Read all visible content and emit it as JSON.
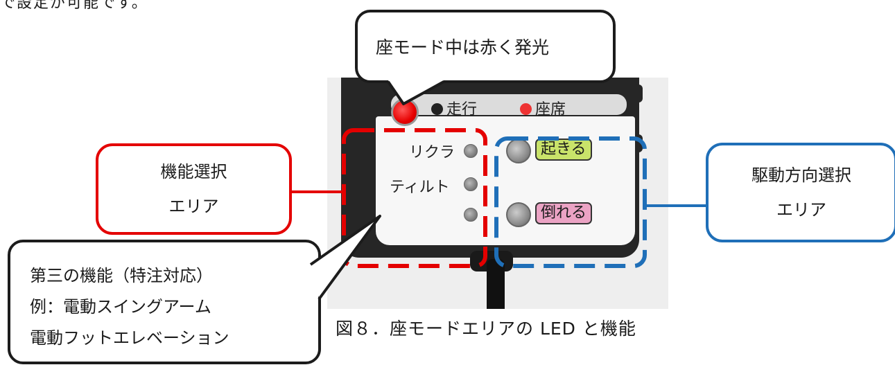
{
  "top_text": "で設定が可能です。",
  "callout_top": "座モード中は赤く発光",
  "region_left": {
    "line1": "機能選択",
    "line2": "エリア"
  },
  "region_right": {
    "line1": "駆動方向選択",
    "line2": "エリア"
  },
  "callout_bottom": {
    "line1": "第三の機能（特注対応）",
    "line2": "例：電動スイングアーム",
    "line3": "電動フットエレベーション"
  },
  "caption": "図８．座モードエリアの LED と機能",
  "photo": {
    "status_run": "走行",
    "status_seat": "座席",
    "func_recline": "リクラ",
    "func_tilt": "ティルト",
    "btn_up": "起きる",
    "btn_down": "倒れる"
  },
  "colors": {
    "function_area": "#e40000",
    "drive_area": "#1f6fb8",
    "up_button": "#c9e36a",
    "down_button": "#eba3c4"
  }
}
